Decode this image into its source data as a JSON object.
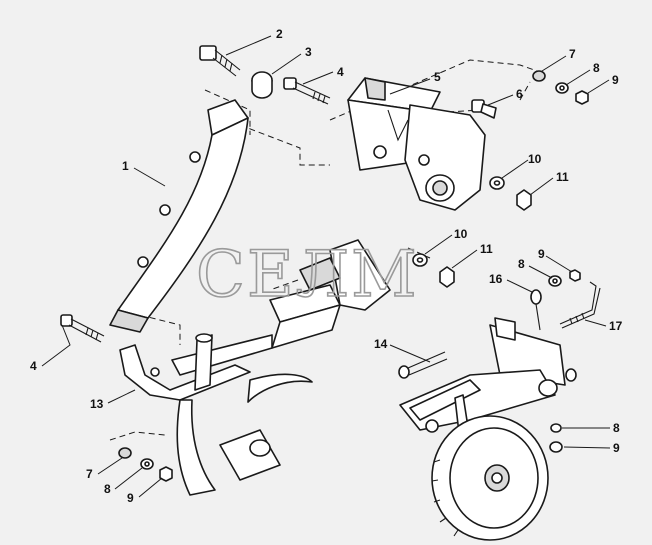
{
  "watermark": "СЕЛМ",
  "callouts": {
    "c1": "1",
    "c2": "2",
    "c3": "3",
    "c4a": "4",
    "c4b": "4",
    "c5": "5",
    "c6": "6",
    "c7a": "7",
    "c7b": "7",
    "c8a": "8",
    "c8b": "8",
    "c8c": "8",
    "c8d": "8",
    "c9a": "9",
    "c9b": "9",
    "c9c": "9",
    "c9d": "9",
    "c10a": "10",
    "c10b": "10",
    "c11a": "11",
    "c11b": "11",
    "c13": "13",
    "c14": "14",
    "c16": "16",
    "c17": "17"
  }
}
